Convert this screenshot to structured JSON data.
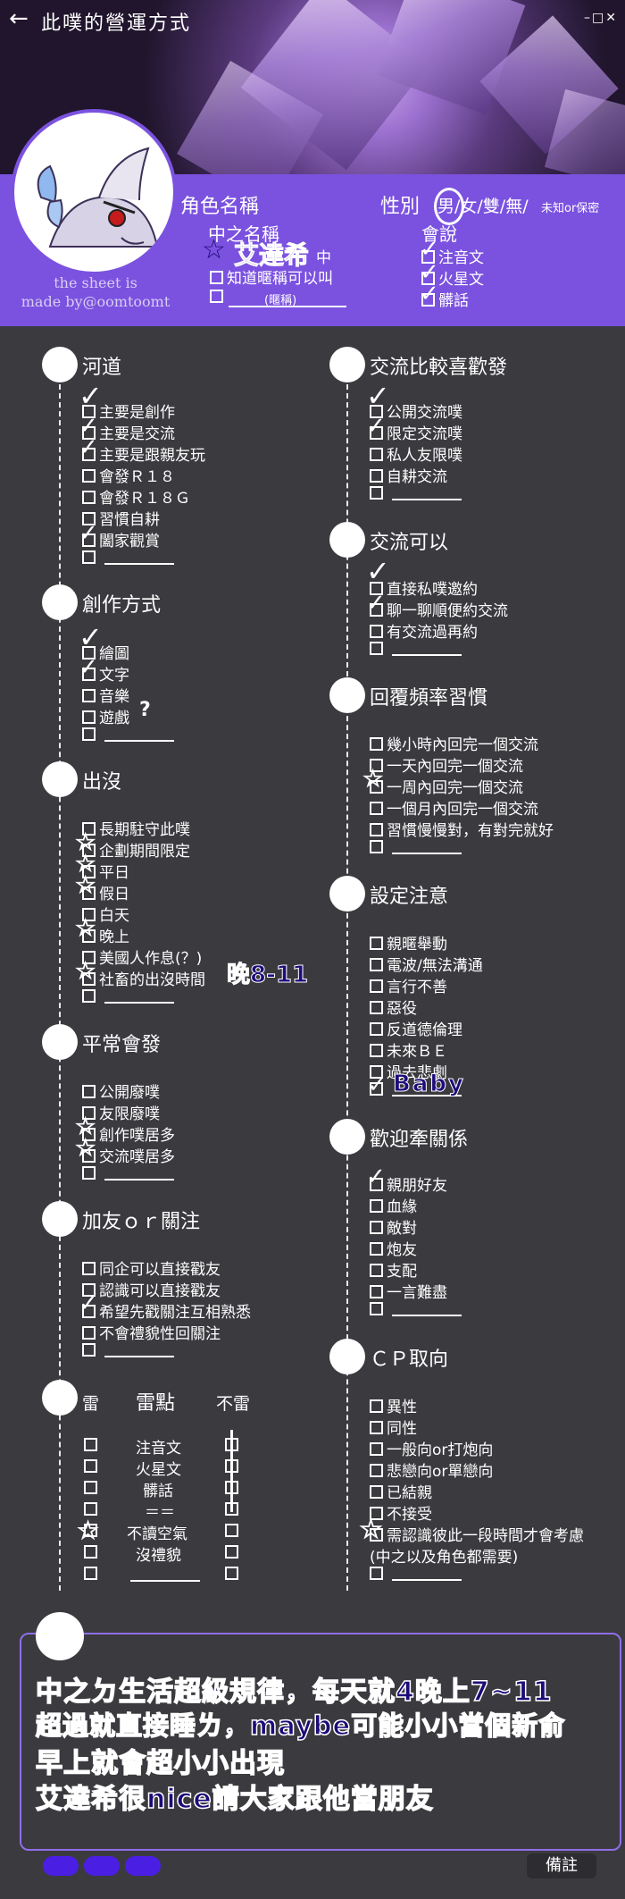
{
  "window": {
    "title": "此噗的營運方式",
    "back_glyph": "←",
    "controls": "–□✕"
  },
  "credit": {
    "line1": "the sheet is",
    "line2": "made by@oomtoomt"
  },
  "profile": {
    "char_name_label": "角色名稱",
    "gender_label": "性別",
    "gender_options": "男/女/雙/無/",
    "gender_small": "未知or保密",
    "owner_name_label": "中之名稱",
    "owner_name_value": "艾達希",
    "owner_name_suffix": "中",
    "nickname_option": "知道暱稱可以叫",
    "nickname_hint": "(暱稱)",
    "speaks_label": "會說",
    "languages": [
      "注音文",
      "火星文",
      "髒話"
    ]
  },
  "left_sections": [
    {
      "title": "河道",
      "items": [
        "主要是創作",
        "主要是交流",
        "主要是跟親友玩",
        "會發Ｒ１８",
        "會發Ｒ１８Ｇ",
        "習慣自耕",
        "闔家觀賞",
        ""
      ]
    },
    {
      "title": "創作方式",
      "items": [
        "繪圖",
        "文字",
        "音樂",
        "遊戲",
        ""
      ]
    },
    {
      "title": "出沒",
      "items": [
        "長期駐守此噗",
        "企劃期間限定",
        "平日",
        "假日",
        "白天",
        "晚上",
        "美國人作息(？)",
        "社畜的出沒時間",
        ""
      ]
    },
    {
      "title": "平常會發",
      "items": [
        "公開廢噗",
        "友限廢噗",
        "創作噗居多",
        "交流噗居多",
        ""
      ]
    },
    {
      "title": "加友ｏｒ關注",
      "items": [
        "同企可以直接戳友",
        "認識可以直接戳友",
        "希望先戳關注互相熟悉",
        "不會禮貌性回關注",
        ""
      ]
    }
  ],
  "right_sections": [
    {
      "title": "交流比較喜歡發",
      "items": [
        "公開交流噗",
        "限定交流噗",
        "私人友限噗",
        "自耕交流",
        ""
      ]
    },
    {
      "title": "交流可以",
      "items": [
        "直接私噗邀約",
        "聊一聊順便約交流",
        "有交流過再約",
        ""
      ]
    },
    {
      "title": "回覆頻率習慣",
      "items": [
        "幾小時內回完一個交流",
        "一天內回完一個交流",
        "一周內回完一個交流",
        "一個月內回完一個交流",
        "習慣慢慢對，有對完就好",
        ""
      ]
    },
    {
      "title": "設定注意",
      "items": [
        "親暱舉動",
        "電波/無法溝通",
        "言行不善",
        "惡役",
        "反道德倫理",
        "未來ＢＥ",
        "過去悲劇",
        ""
      ]
    },
    {
      "title": "歡迎牽關係",
      "items": [
        "親朋好友",
        "血緣",
        "敵對",
        "炮友",
        "支配",
        "一言難盡",
        ""
      ]
    },
    {
      "title": "ＣＰ取向",
      "items": [
        "異性",
        "同性",
        "一般向or打炮向",
        "悲戀向or單戀向",
        "已結親",
        "不接受",
        "需認識彼此一段時間才會考慮",
        "(中之以及角色都需要)",
        ""
      ]
    }
  ],
  "mines": {
    "col_mine": "雷",
    "col_point": "雷點",
    "col_safe": "不雷",
    "rows": [
      "注音文",
      "火星文",
      "髒話",
      "＝＝",
      "不讀空氣",
      "沒禮貌",
      ""
    ]
  },
  "handwriting": {
    "question_mark": "?",
    "time_note": "晚8-11",
    "baby_note": "Baby"
  },
  "notes": {
    "lines": [
      "中之ㄉ生活超級規律，每天就4晚上7~11",
      "超過就直接睡ㄌ，maybe可能小小當個新俞",
      "早上就會超小小出現",
      "艾達希很nice請大家跟他當朋友"
    ],
    "button": "備註"
  },
  "colors": {
    "accent": "#7b52df",
    "background": "#3b3a3f",
    "ink": "#1f0a7c"
  }
}
